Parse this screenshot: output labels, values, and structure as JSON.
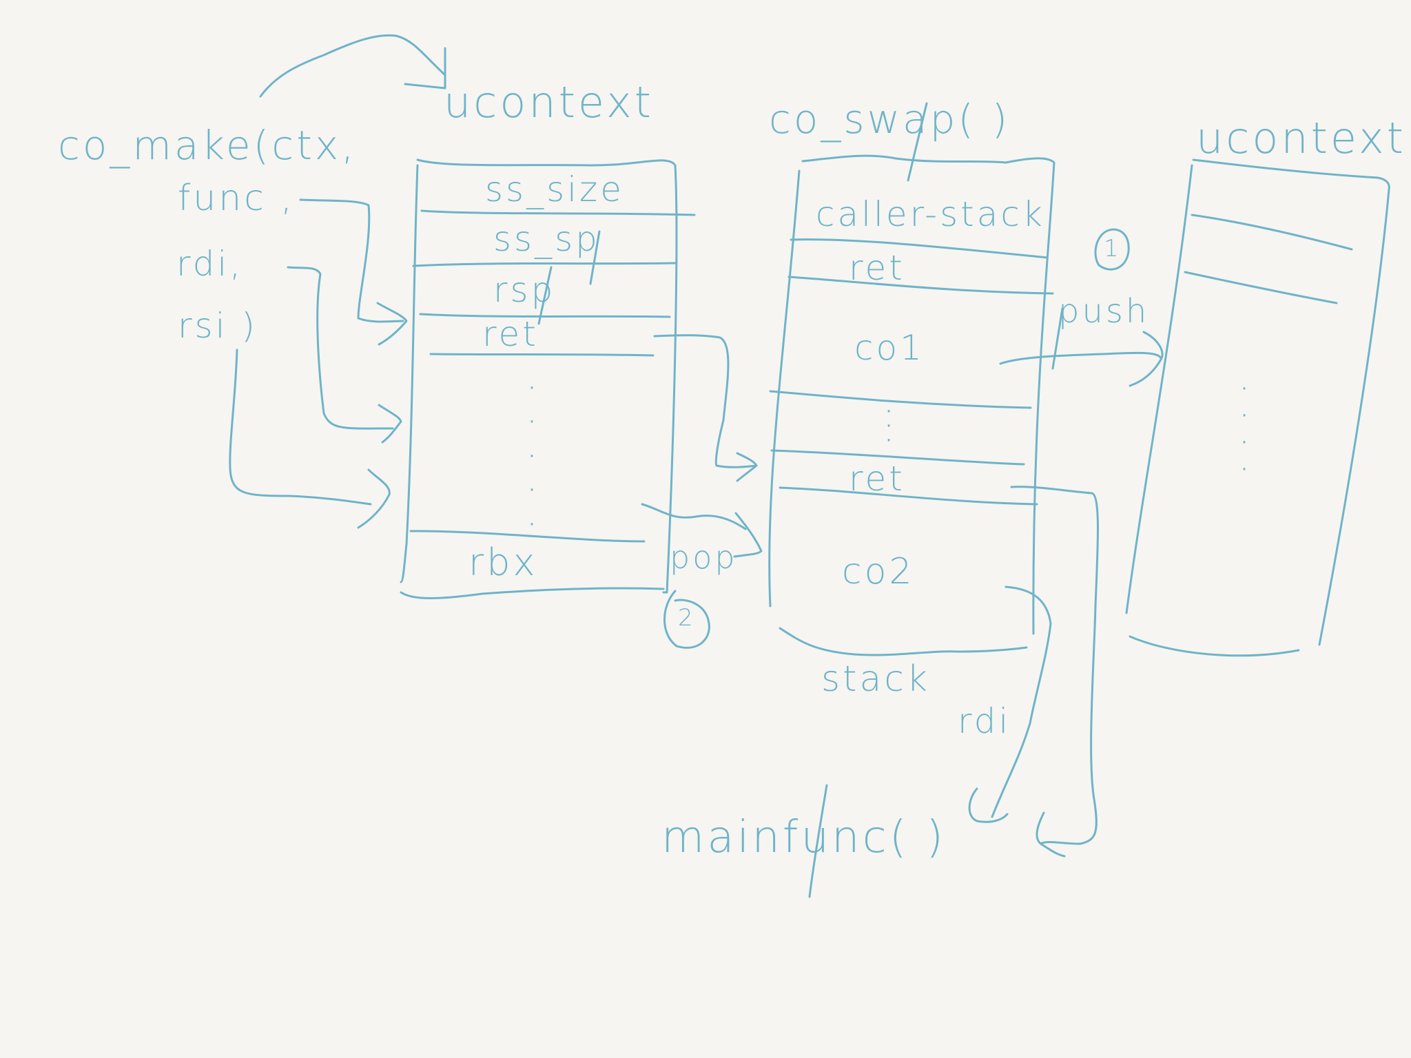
{
  "labels": {
    "co_make": "co_make(ctx,",
    "func": "func ,",
    "rdi_arg": "rdi,",
    "rsi_arg": "rsi )",
    "ucontext_left": "ucontext",
    "ss_size": "ss_size",
    "ss_sp": "ss_sp",
    "rsp": "rsp",
    "ret_left": "ret",
    "rbx": "rbx",
    "co_swap": "co_swap( )",
    "caller_stack": "caller-stack",
    "ret_top": "ret",
    "co1": "co1",
    "ret_bottom": "ret",
    "co2": "co2",
    "stack": "stack",
    "ucontext_right": "ucontext",
    "push": "push",
    "pop": "pop",
    "step_one": "1",
    "step_two": "2",
    "rdi_bottom": "rdi",
    "mainfunc": "mainfunc(     )"
  },
  "ink_color": "#6fb3c8",
  "background_color": "#f6f5f1"
}
